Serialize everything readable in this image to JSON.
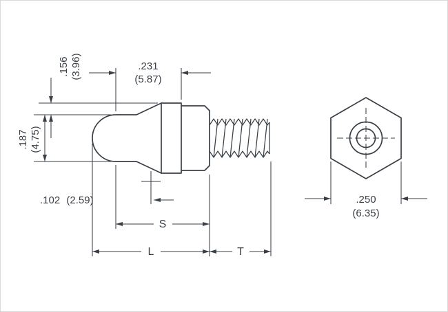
{
  "drawing": {
    "line_color": "#3a3f46",
    "background_color": "#ffffff",
    "side_view": {
      "dim_156": {
        "in": ".156",
        "mm": "(3.96)"
      },
      "dim_231": {
        "in": ".231",
        "mm": "(5.87)"
      },
      "dim_187": {
        "in": ".187",
        "mm": "(4.75)"
      },
      "dim_102": {
        "in": ".102",
        "mm": "(2.59)"
      },
      "label_s": "S",
      "label_l": "L",
      "label_t": "T"
    },
    "end_view": {
      "dim_250": {
        "in": ".250",
        "mm": "(6.35)"
      }
    }
  }
}
